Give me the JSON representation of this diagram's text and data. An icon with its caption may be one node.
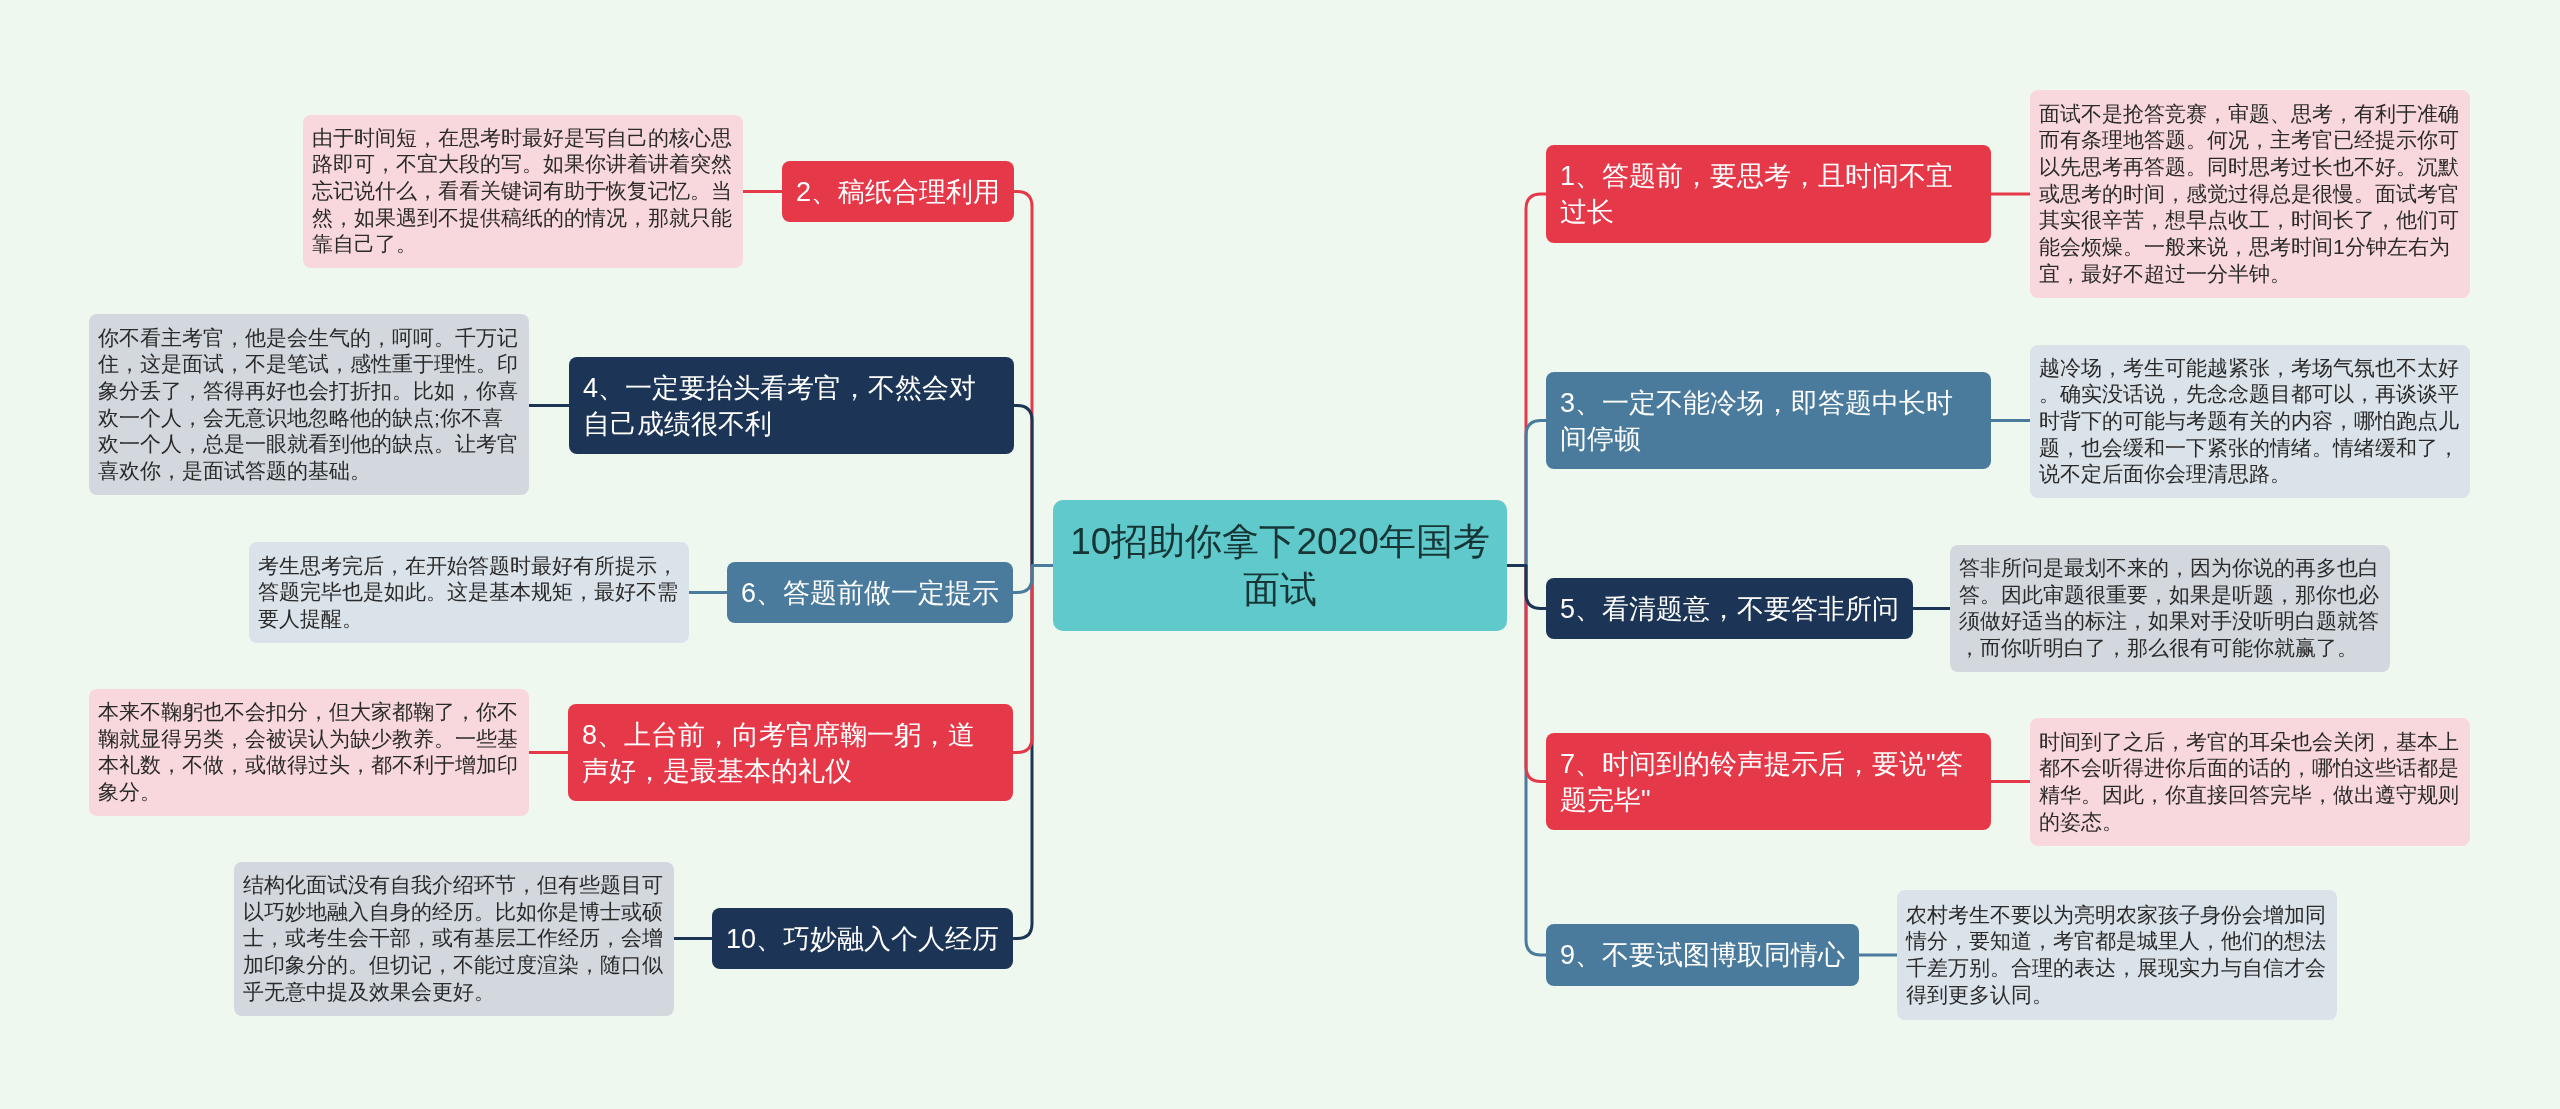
{
  "diagram": {
    "nodes": [
      {
        "text": [
          "10招助你拿下2020年国考面试"
        ]
      },
      {
        "text": [
          "1、答题前，要思考，且时间不宜过长"
        ]
      },
      {
        "text": [
          "面试不是抢答竞赛，审题、思考，有利于准确而有条理地答题。何况，主考官已经提示你可以先思考再答题。同时思考过长也不好。沉默或思考的时间，感觉过得总是很慢。面试考官其实很辛苦，想早点收工，时间长了，他们可能会烦燥。一般来说，思考时间1分钟左右为宜，最好不超过一分半钟。"
        ]
      },
      {
        "text": [
          "2、稿纸合理利用"
        ]
      },
      {
        "text": [
          "由于时间短，在思考时最好是写自己的核心思路即可，不宜大段的写。如果你讲着讲着突然忘记说什么，看看关键词有助于恢复记忆。当然，如果遇到不提供稿纸的的情况，那就只能靠自己了。"
        ]
      },
      {
        "text": [
          "3、一定不能冷场，即答题中长时间停顿"
        ]
      },
      {
        "text": [
          "越冷场，考生可能越紧张，考场气氛也不太好。确实没话说，先念念题目都可以，再谈谈平时背下的可能与考题有关的内容，哪怕跑点儿题，也会缓和一下紧张的情绪。情绪缓和了，说不定后面你会理清思路。"
        ]
      },
      {
        "text": [
          "4、一定要抬头看考官，不然会对自己成绩很不利"
        ]
      },
      {
        "text": [
          "你不看主考官，他是会生气的，呵呵。千万记住，这是面试，不是笔试，感性重于理性。印象分丢了，答得再好也会打折扣。比如，你喜欢一个人，会无意识地忽略他的缺点;你不喜欢一个人，总是一眼就看到他的缺点。让考官喜欢你，是面试答题的基础。"
        ]
      },
      {
        "text": [
          "5、看清题意，不要答非所问"
        ]
      },
      {
        "text": [
          "答非所问是最划不来的，因为你说的再多也白答。因此审题很重要，如果是听题，那你也必须做好适当的标注，如果对手没听明白题就答，而你听明白了，那么很有可能你就赢了。"
        ]
      },
      {
        "text": [
          "6、答题前做一定提示"
        ]
      },
      {
        "text": [
          "考生思考完后，在开始答题时最好有所提示，答题完毕也是如此。这是基本规矩，最好不需要人提醒。"
        ]
      },
      {
        "text": [
          "7、时间到的铃声提示后，要说\"答题完毕\""
        ]
      },
      {
        "text": [
          "时间到了之后，考官的耳朵也会关闭，基本上都不会听得进你后面的话的，哪怕这些话都是精华。因此，你直接回答完毕，做出遵守规则的姿态。"
        ]
      },
      {
        "text": [
          "8、上台前，向考官席鞠一躬，道声好，是最基本的礼仪"
        ]
      },
      {
        "text": [
          "本来不鞠躬也不会扣分，但大家都鞠了，你不鞠就显得另类，会被误认为缺少教养。一些基本礼数，不做，或做得过头，都不利于增加印象分。"
        ]
      },
      {
        "text": [
          "9、不要试图博取同情心"
        ]
      },
      {
        "text": [
          "农村考生不要以为亮明农家孩子身份会增加同情分，要知道，考官都是城里人，他们的想法千差万别。合理的表达，展现实力与自信才会得到更多认同。"
        ]
      },
      {
        "text": [
          "10、巧妙融入个人经历"
        ]
      },
      {
        "text": [
          "结构化面试没有自我介绍环节，但有些题目可以巧妙地融入自身的经历。比如你是博士或硕士，或考生会干部，或有基层工作经历，会增加印象分的。但切记，不能过度渲染，随口似乎无意中提及效果会更好。"
        ]
      }
    ],
    "edges": [
      {
        "from": 0,
        "to": 1,
        "arrow": "none"
      },
      {
        "from": 1,
        "to": 2,
        "arrow": "none"
      },
      {
        "from": 0,
        "to": 3,
        "arrow": "none"
      },
      {
        "from": 3,
        "to": 4,
        "arrow": "none"
      },
      {
        "from": 0,
        "to": 5,
        "arrow": "none",
        "color": "#4a7b9c"
      },
      {
        "from": 5,
        "to": 6,
        "arrow": "none",
        "color": "#4a7b9c"
      },
      {
        "from": 0,
        "to": 7,
        "arrow": "none",
        "color": "#1c3557"
      },
      {
        "from": 7,
        "to": 8,
        "arrow": "none",
        "color": "#1c3557"
      },
      {
        "from": 0,
        "to": 9,
        "arrow": "none",
        "color": "#1c3557"
      },
      {
        "from": 9,
        "to": 10,
        "arrow": "none",
        "color": "#1c3557"
      },
      {
        "from": 0,
        "to": 11,
        "arrow": "none",
        "color": "#4a7b9c"
      },
      {
        "from": 11,
        "to": 12,
        "arrow": "none",
        "color": "#4a7b9c"
      },
      {
        "from": 0,
        "to": 13,
        "arrow": "none"
      },
      {
        "from": 13,
        "to": 14,
        "arrow": "none"
      },
      {
        "from": 0,
        "to": 15,
        "arrow": "none"
      },
      {
        "from": 15,
        "to": 16,
        "arrow": "none"
      },
      {
        "from": 0,
        "to": 17,
        "arrow": "none",
        "color": "#4a7b9c"
      },
      {
        "from": 17,
        "to": 18,
        "arrow": "none",
        "color": "#4a7b9c"
      },
      {
        "from": 0,
        "to": 19,
        "arrow": "none",
        "color": "#1c3557"
      },
      {
        "from": 19,
        "to": 20,
        "arrow": "none",
        "color": "#1c3557"
      }
    ]
  }
}
